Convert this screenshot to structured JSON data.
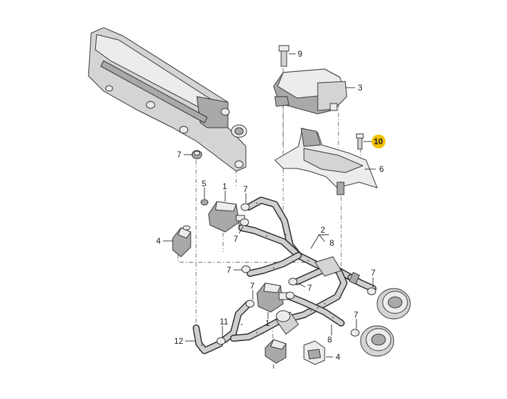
{
  "callouts": [
    {
      "id": "c9",
      "text": "9"
    },
    {
      "id": "c3",
      "text": "3"
    },
    {
      "id": "c10",
      "text": "10",
      "highlight_color": "#f2c200"
    },
    {
      "id": "c6",
      "text": "6"
    },
    {
      "id": "c7a",
      "text": "7"
    },
    {
      "id": "c5",
      "text": "5"
    },
    {
      "id": "c1a",
      "text": "1"
    },
    {
      "id": "c7b",
      "text": "7"
    },
    {
      "id": "c4a",
      "text": "4"
    },
    {
      "id": "c7c",
      "text": "7"
    },
    {
      "id": "c2",
      "text": "2"
    },
    {
      "id": "c8a",
      "text": "8"
    },
    {
      "id": "c7d",
      "text": "7"
    },
    {
      "id": "c7e",
      "text": "7"
    },
    {
      "id": "c7f",
      "text": "7"
    },
    {
      "id": "c7g",
      "text": "7"
    },
    {
      "id": "c7h",
      "text": "7"
    },
    {
      "id": "c1b",
      "text": "1"
    },
    {
      "id": "c11",
      "text": "11"
    },
    {
      "id": "c12",
      "text": "12"
    },
    {
      "id": "c8b",
      "text": "8"
    },
    {
      "id": "c4b",
      "text": "4"
    }
  ]
}
